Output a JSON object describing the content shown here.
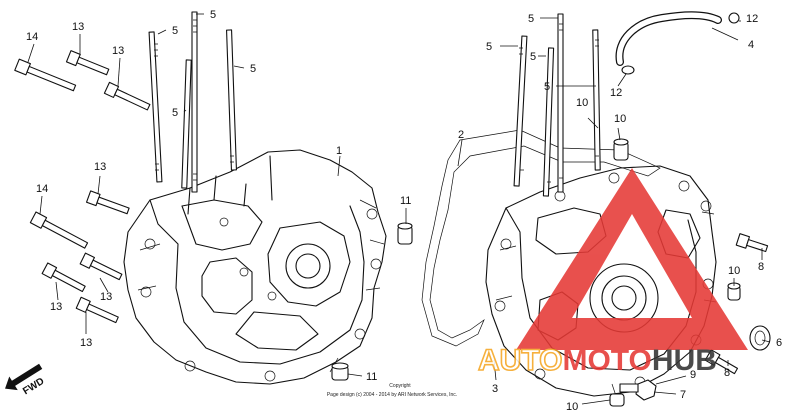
{
  "fwd_label": "FWD",
  "copyright": {
    "line1": "Copyright",
    "line2": "Page design (c) 2004 - 2014 by ARI Network Services, Inc."
  },
  "watermark": {
    "text_white": "AUTO",
    "text_red": "MOTO",
    "text_dark": "HUB",
    "color_red": "#e53935",
    "color_orange": "#f5a623",
    "color_dark": "#333333"
  },
  "callouts": {
    "c1": "1",
    "c2": "2",
    "c3": "3",
    "c4": "4",
    "c5a": "5",
    "c5b": "5",
    "c5c": "5",
    "c5d": "5",
    "c5e": "5",
    "c5f": "5",
    "c5g": "5",
    "c5h": "5",
    "c6": "6",
    "c7": "7",
    "c8a": "8",
    "c8b": "8",
    "c9": "9",
    "c10a": "10",
    "c10b": "10",
    "c10c": "10",
    "c10d": "10",
    "c11a": "11",
    "c11b": "11",
    "c12a": "12",
    "c12b": "12",
    "c13a": "13",
    "c13b": "13",
    "c13c": "13",
    "c13d": "13",
    "c13e": "13",
    "c14a": "14",
    "c14b": "14"
  }
}
